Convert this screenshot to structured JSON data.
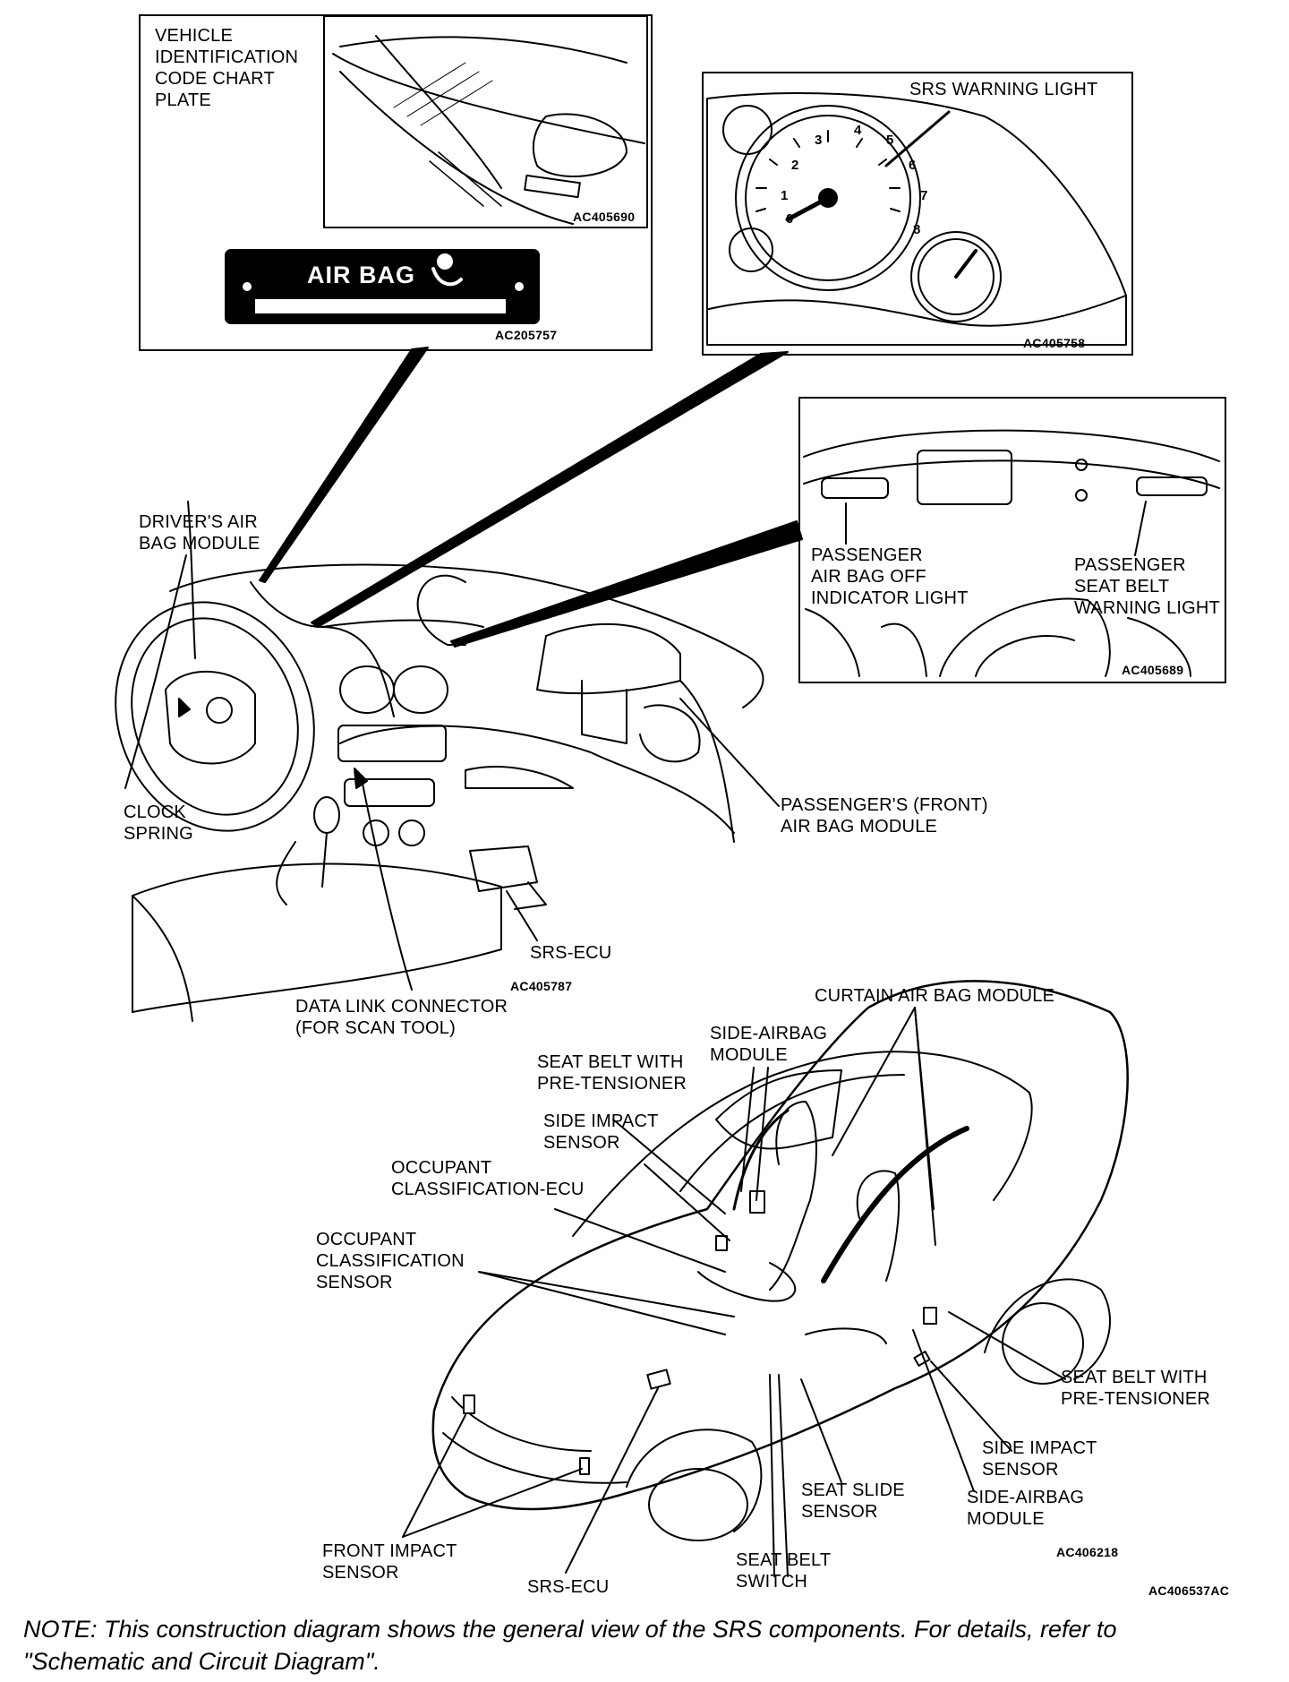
{
  "inset_vin": {
    "label": "VEHICLE\nIDENTIFICATION\nCODE CHART\nPLATE",
    "code_photo": "AC405690",
    "plate_text": "AIR BAG",
    "code_plate": "AC205757"
  },
  "inset_cluster": {
    "label": "SRS WARNING LIGHT",
    "code": "AC405758",
    "gauge_numbers": [
      "0",
      "1",
      "2",
      "3",
      "4",
      "5",
      "6",
      "7",
      "8"
    ]
  },
  "inset_center": {
    "label_left": "PASSENGER\nAIR BAG OFF\nINDICATOR LIGHT",
    "label_right": "PASSENGER\nSEAT BELT\nWARNING LIGHT",
    "code": "AC405689"
  },
  "dash": {
    "drivers_airbag": "DRIVER'S AIR\nBAG MODULE",
    "clock_spring": "CLOCK\nSPRING",
    "passengers_airbag": "PASSENGER'S (FRONT)\nAIR BAG MODULE",
    "srs_ecu": "SRS-ECU",
    "code": "AC405787",
    "data_link": "DATA LINK CONNECTOR\n(FOR SCAN TOOL)"
  },
  "car": {
    "curtain": "CURTAIN AIR BAG MODULE",
    "side_airbag_top": "SIDE-AIRBAG\nMODULE",
    "seatbelt_top": "SEAT BELT WITH\nPRE-TENSIONER",
    "side_impact_top": "SIDE IMPACT\nSENSOR",
    "occ_ecu": "OCCUPANT\nCLASSIFICATION-ECU",
    "occ_sensor": "OCCUPANT\nCLASSIFICATION\nSENSOR",
    "seatbelt_right": "SEAT BELT WITH\nPRE-TENSIONER",
    "side_impact_right": "SIDE IMPACT\nSENSOR",
    "side_airbag_right": "SIDE-AIRBAG\nMODULE",
    "seat_slide": "SEAT SLIDE\nSENSOR",
    "seatbelt_switch": "SEAT BELT\nSWITCH",
    "front_impact": "FRONT IMPACT\nSENSOR",
    "srs_ecu": "SRS-ECU",
    "code_inner": "AC406218",
    "code_outer": "AC406537AC"
  },
  "note": "NOTE: This construction diagram shows the general view of the SRS components. For details, refer to\n\"Schematic and Circuit Diagram\"."
}
